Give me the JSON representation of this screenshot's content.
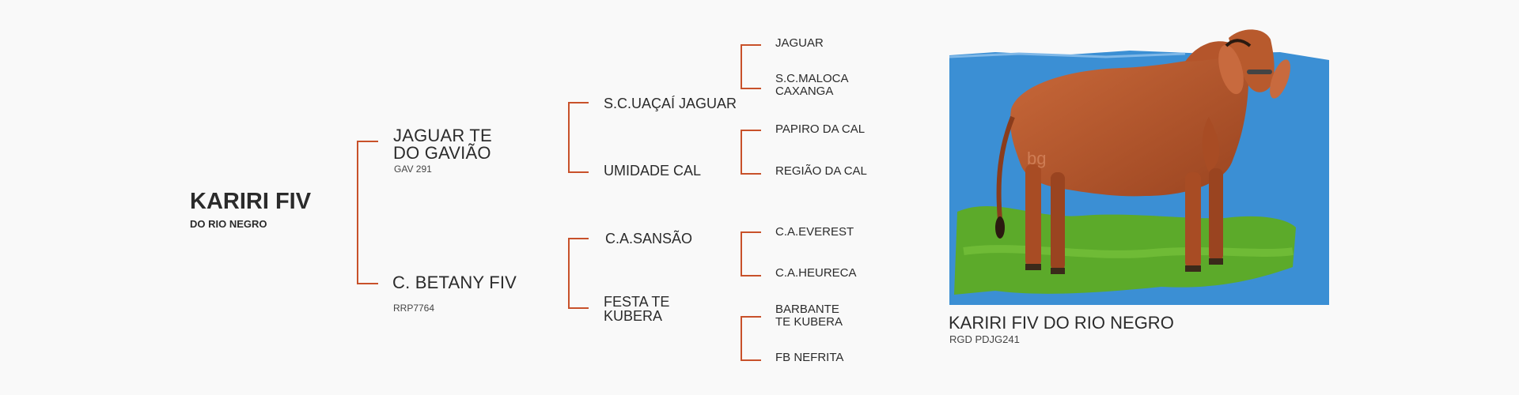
{
  "subject": {
    "name": "KARIRI FIV",
    "subtitle": "DO RIO NEGRO"
  },
  "sire": {
    "name": "JAGUAR TE\nDO GAVIÃO",
    "reg": "GAV 291",
    "sire": {
      "name": "S.C.UAÇAÍ JAGUAR",
      "sire": "JAGUAR",
      "dam": "S.C.MALOCA\nCAXANGA"
    },
    "dam": {
      "name": "UMIDADE CAL",
      "sire": "PAPIRO DA CAL",
      "dam": "REGIÃO DA CAL"
    }
  },
  "dam": {
    "name": "C. BETANY FIV",
    "reg": "RRP7764",
    "sire": {
      "name": "C.A.SANSÃO",
      "sire": "C.A.EVEREST",
      "dam": "C.A.HEURECA"
    },
    "dam": {
      "name": "FESTA TE\nKUBERA",
      "sire": "BARBANTE\nTE KUBERA",
      "dam": "FB NEFRITA"
    }
  },
  "photo": {
    "title": "KARIRI FIV DO RIO NEGRO",
    "reg": "RGD PDJG241",
    "watermark": "bg"
  },
  "colors": {
    "bracket": "#c8512a",
    "text": "#2b2b2b",
    "background": "#f9f9f9",
    "photo_bg": "#3b8fd4",
    "grass": "#5caa2a",
    "cattle": "#b4552b"
  }
}
